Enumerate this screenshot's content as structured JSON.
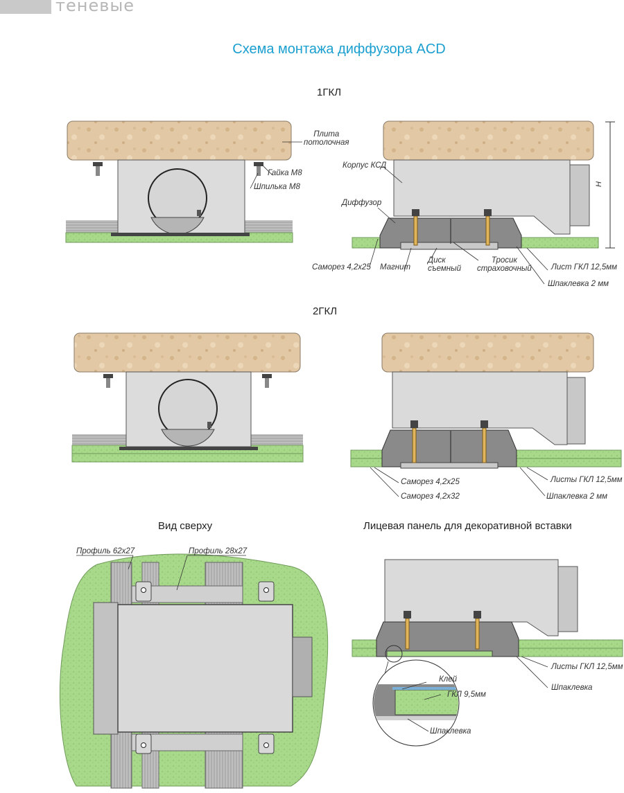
{
  "header": {
    "brand": "теневые"
  },
  "title": "Схема монтажа диффузора ACD",
  "sections": {
    "gkl1": "1ГКЛ",
    "gkl2": "2ГКЛ",
    "top_view": "Вид сверху",
    "face_panel": "Лицевая панель для декоративной вставки"
  },
  "labels_1gkl": {
    "slab": "Плита\nпотолочная",
    "nut": "Гайка М8",
    "stud": "Шпилька М8",
    "housing": "Корпус КСД",
    "diffuser": "Диффузор",
    "screw": "Саморез 4,2х25",
    "magnet": "Магнит",
    "disk": "Диск\nсъемный",
    "cable": "Тросик\nстраховочный",
    "sheet": "Лист ГКЛ 12,5мм",
    "putty": "Шпаклевка 2 мм",
    "height_mark": "H"
  },
  "labels_2gkl": {
    "screw1": "Саморез 4,2х25",
    "screw2": "Саморез 4,2х32",
    "sheets": "Листы ГКЛ 12,5мм",
    "putty": "Шпаклевка 2 мм"
  },
  "labels_top": {
    "profile1": "Профиль 62х27",
    "profile2": "Профиль 28х27"
  },
  "labels_face": {
    "sheets": "Листы ГКЛ 12,5мм",
    "putty": "Шпаклевка",
    "glue": "Клей",
    "gkl": "ГКЛ 9,5мм",
    "putty2": "Шпаклевка"
  },
  "colors": {
    "accent": "#1a9fd0",
    "concrete": "#e2c8a4",
    "housing": "#dadada",
    "drywall": "#a8d88a",
    "green_area": "#a3dc84",
    "dark_part": "#8a8a8a"
  }
}
